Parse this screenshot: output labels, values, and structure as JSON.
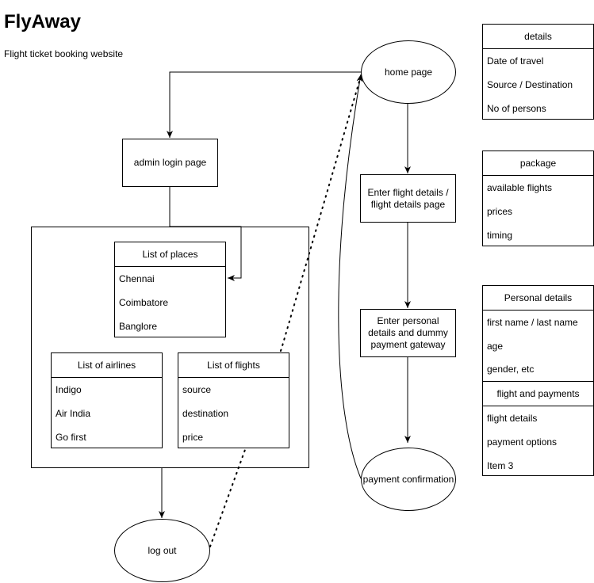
{
  "header": {
    "title": "FlyAway",
    "subtitle": "Flight ticket booking website"
  },
  "nodes": {
    "home_page": "home page",
    "admin_login": "admin login page",
    "flight_details": "Enter flight details / flight details page",
    "personal_details": "Enter personal details and dummy payment gateway",
    "payment_confirmation": "payment confirmation",
    "log_out": "log out"
  },
  "admin_tables": {
    "places": {
      "title": "List of places",
      "items": [
        "Chennai",
        "Coimbatore",
        "Banglore"
      ]
    },
    "airlines": {
      "title": "List of airlines",
      "items": [
        "Indigo",
        "Air India",
        "Go first"
      ]
    },
    "flights": {
      "title": "List of flights",
      "items": [
        "source",
        "destination",
        "price"
      ]
    }
  },
  "side_tables": {
    "details": {
      "title": "details",
      "items": [
        "Date of travel",
        "Source / Destination",
        "No of persons"
      ]
    },
    "package": {
      "title": "package",
      "items": [
        "available flights",
        "prices",
        "timing"
      ]
    },
    "personal": {
      "title": "Personal details",
      "items": [
        "first name / last name",
        "age",
        "gender, etc"
      ],
      "title2": "flight and payments",
      "items2": [
        "flight details",
        "payment options",
        "Item 3"
      ]
    }
  },
  "colors": {
    "stroke": "#000000",
    "background": "#ffffff"
  }
}
